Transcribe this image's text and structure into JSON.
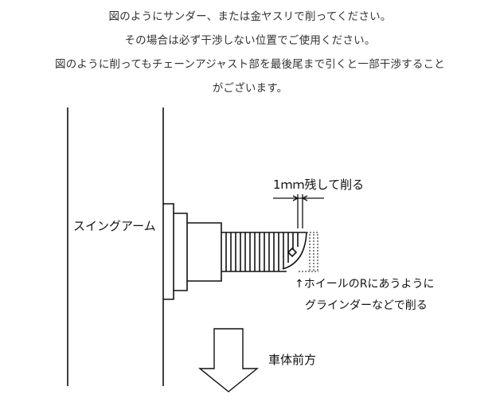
{
  "instructions": {
    "lines": [
      "図のようにサンダー、または金ヤスリで削ってください。",
      "その場合は必ず干渉しない位置でご使用ください。",
      "図のように削ってもチェーンアジャスト部を最後尾まで引くと一部干渉すること",
      "がございます。"
    ]
  },
  "diagram": {
    "swing_arm_label": "スイングアーム",
    "dimension_label": "1ｍｍ残して削る",
    "grind_note_line1": "↑ホイールのRにあうように",
    "grind_note_line2": "グラインダーなどで削る",
    "direction_label": "車体前方",
    "colors": {
      "line": "#111111",
      "background": "#ffffff"
    }
  }
}
